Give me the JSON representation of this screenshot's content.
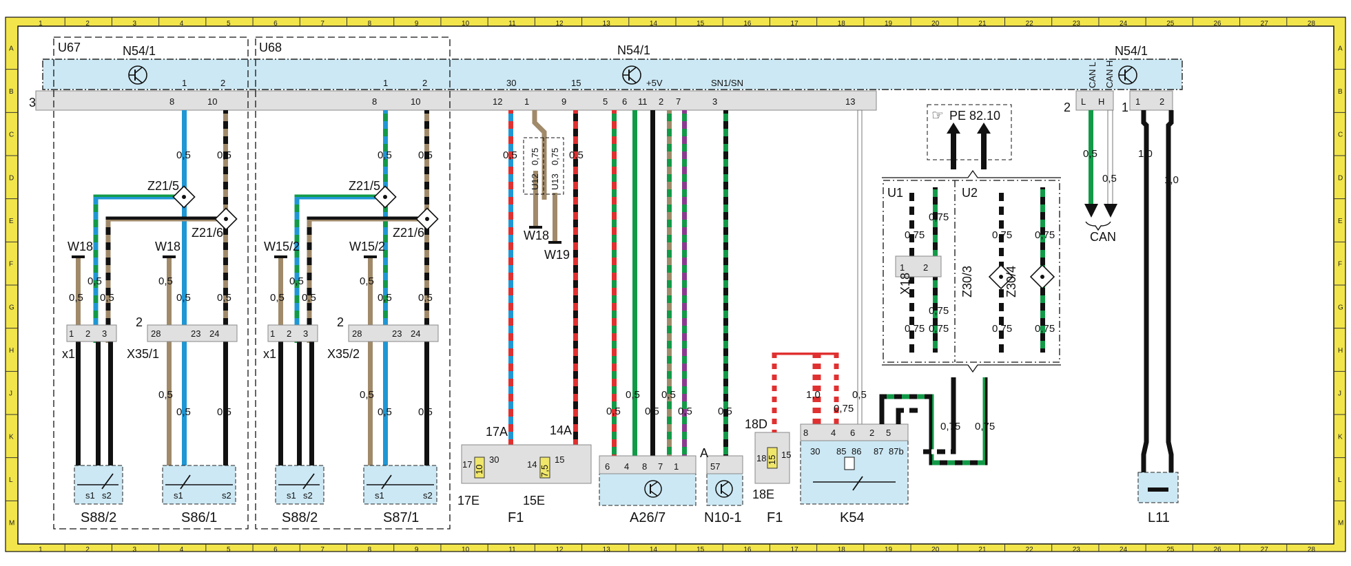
{
  "frame": {
    "columns": [
      "1",
      "2",
      "3",
      "4",
      "5",
      "6",
      "7",
      "8",
      "9",
      "10",
      "11",
      "12",
      "13",
      "14",
      "15",
      "16",
      "17",
      "18",
      "19",
      "20",
      "21",
      "22",
      "23",
      "24",
      "25",
      "26",
      "27",
      "28"
    ],
    "rows": [
      "A",
      "B",
      "C",
      "D",
      "E",
      "F",
      "G",
      "H",
      "J",
      "K",
      "L",
      "M"
    ],
    "colors": {
      "border": "#f2e54c",
      "bus": "#cce8f4",
      "connector": "#e0e0e0",
      "wire_blue": "#1f97d4",
      "wire_green": "#129a48",
      "wire_red": "#e03030",
      "wire_brown": "#a08a6a",
      "wire_violet": "#8a3b8f",
      "fuse": "#f0e66a"
    }
  },
  "bus": {
    "module_labels": [
      "N54/1",
      "N54/1",
      "N54/1"
    ],
    "connector_number": "3",
    "pins": [
      "8",
      "10",
      "8",
      "10",
      "12",
      "1",
      "9",
      "5",
      "6",
      "11",
      "2",
      "7",
      "3",
      "13"
    ],
    "signals": [
      "1",
      "2",
      "1",
      "2",
      "30",
      "15",
      "+5V",
      "SN1/SN"
    ],
    "can_connector": "2",
    "can_pins": [
      "L",
      "H"
    ],
    "can_labels": [
      "CAN L",
      "CAN H"
    ],
    "l11_connector": "1",
    "l11_pins": [
      "1",
      "2"
    ]
  },
  "groups": [
    {
      "name": "U67",
      "splices": [
        "Z21/5",
        "Z21/6"
      ],
      "grounds": [
        "W18",
        "W18"
      ],
      "connectors": [
        "x1",
        "X35/1"
      ],
      "switches": [
        "S88/2",
        "S86/1"
      ],
      "x35_number": "2",
      "x1_pins": [
        "1",
        "2",
        "3"
      ],
      "x35_pins": [
        "28",
        "23",
        "24"
      ],
      "sw_pins": [
        "s1",
        "s2"
      ]
    },
    {
      "name": "U68",
      "splices": [
        "Z21/5",
        "Z21/6"
      ],
      "grounds": [
        "W15/2",
        "W15/2"
      ],
      "connectors": [
        "x1",
        "X35/2"
      ],
      "switches": [
        "S88/2",
        "S87/1"
      ],
      "x35_number": "2",
      "x1_pins": [
        "1",
        "2",
        "3"
      ],
      "x35_pins": [
        "28",
        "23",
        "24"
      ],
      "sw_pins": [
        "s1",
        "s2"
      ]
    }
  ],
  "sizes": [
    "0,5",
    "0,75",
    "1,0"
  ],
  "center": {
    "u_labels": [
      "U12",
      "U13"
    ],
    "grounds": [
      "W18",
      "W19"
    ],
    "fuse_box": "F1",
    "fuse_terms": [
      "17A",
      "14A",
      "17E",
      "15E",
      "17",
      "30",
      "14",
      "15"
    ],
    "fuse_values": [
      "10",
      "7,5",
      "15"
    ],
    "a26": {
      "name": "A26/7",
      "pins": [
        "6",
        "4",
        "8",
        "7",
        "1"
      ]
    },
    "n10": {
      "name": "N10-1",
      "pin": "57",
      "tag": "A"
    },
    "f1b": {
      "name": "F1",
      "terms": [
        "18D",
        "18",
        "15",
        "18E"
      ]
    },
    "k54": {
      "name": "K54",
      "pins": [
        "8",
        "4",
        "6",
        "2",
        "5"
      ],
      "relay_pins": [
        "30",
        "85",
        "86",
        "87",
        "87b"
      ]
    }
  },
  "right": {
    "reference": "PE 82.10",
    "reference_icon": "hand-pointing-icon",
    "u1": "U1",
    "u2": "U2",
    "x18": "X18",
    "x18_pins": [
      "1",
      "2"
    ],
    "splices": [
      "Z30/3",
      "Z30/4"
    ],
    "can": "CAN",
    "l11": "L11"
  }
}
